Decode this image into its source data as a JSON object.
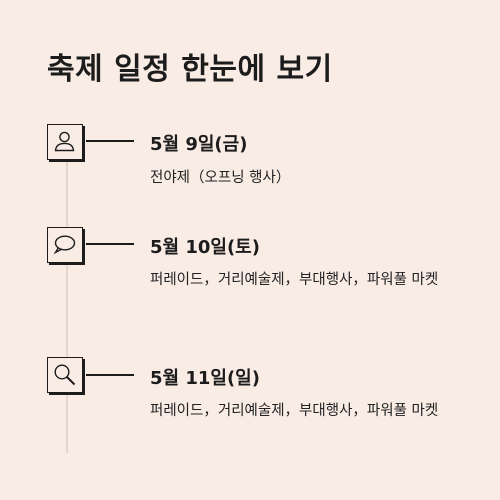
{
  "page": {
    "title": "축제 일정 한눈에 보기",
    "background": "#f9ece5"
  },
  "events": [
    {
      "date": "5월 9일(금)",
      "description": "전야제（오프닝 행사）",
      "icon": "person-icon"
    },
    {
      "date": "5월 10일(토)",
      "description": "퍼레이드，거리예술제，부대행사，파워풀 마켓",
      "icon": "speech-bubble-icon"
    },
    {
      "date": "5월 11일(일)",
      "description": "퍼레이드，거리예술제，부대행사，파워풀 마켓",
      "icon": "magnifier-icon"
    }
  ]
}
